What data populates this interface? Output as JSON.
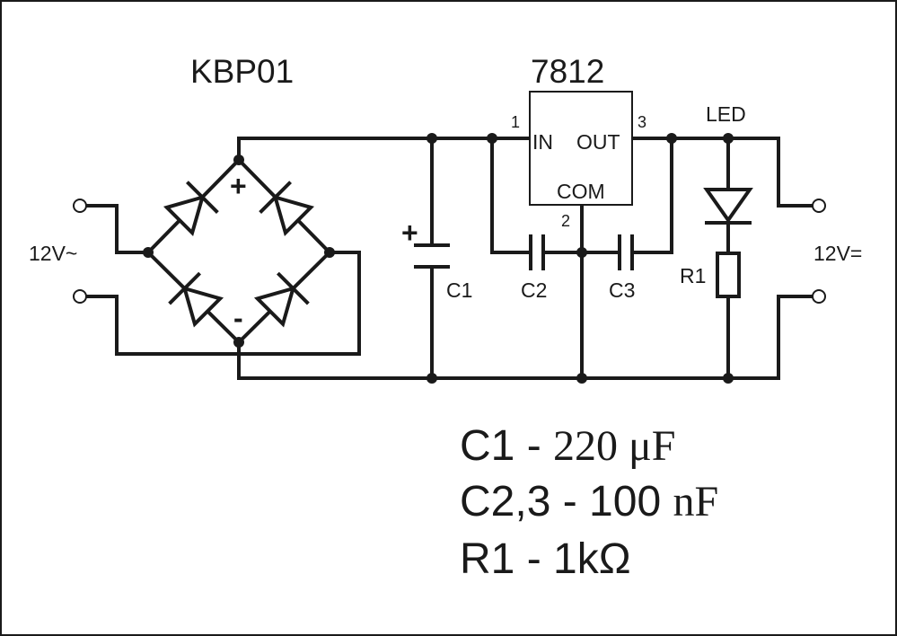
{
  "bridge": {
    "label": "KBP01",
    "plus": "+",
    "minus": "-"
  },
  "regulator": {
    "label": "7812",
    "pin_in": "IN",
    "pin_out": "OUT",
    "pin_com": "COM",
    "pin_1": "1",
    "pin_2": "2",
    "pin_3": "3"
  },
  "components": {
    "c1": "C1",
    "c1_plus": "+",
    "c2": "C2",
    "c3": "C3",
    "r1": "R1",
    "led": "LED"
  },
  "terminals": {
    "input": "12V~",
    "output": "12V="
  },
  "bom": {
    "line1_ref": "C1 - ",
    "line1_value": "220 μF",
    "line2_ref": "C2,3 - 100 ",
    "line2_unit": "nF",
    "line3": "R1 - 1kΩ"
  }
}
